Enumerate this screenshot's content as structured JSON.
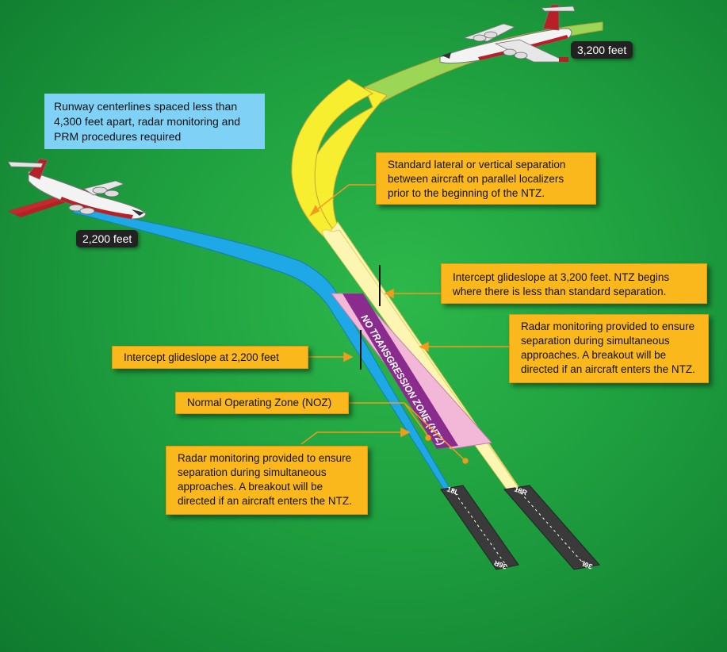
{
  "note": "Runway centerlines spaced less than 4,300 feet apart, radar monitoring and PRM procedures required",
  "altitudes": {
    "left": "2,200 feet",
    "right": "3,200 feet"
  },
  "ntz_label": "NO TRANSGRESSION ZONE (NTZ)",
  "callouts": {
    "standard_separation": "Standard lateral or vertical separation between aircraft on parallel localizers prior to the beginning of the NTZ.",
    "intercept_3200": "Intercept glideslope at 3,200 feet.  NTZ begins where there is less than standard separation.",
    "radar_right": "Radar monitoring provided to ensure separation during simultaneous approaches.  A breakout will be directed if an aircraft enters the NTZ.",
    "intercept_2200": "Intercept glideslope at 2,200 feet",
    "noz": "Normal Operating Zone (NOZ)",
    "radar_left": "Radar monitoring provided to ensure separation during simultaneous approaches.  A breakout will be directed if an aircraft enters the NTZ."
  },
  "runways": {
    "left_far": "18L",
    "left_near": "36R",
    "right_far": "18R",
    "right_near": "36L"
  },
  "colors": {
    "background": "#1fa040",
    "callout_fill": "#fbb81c",
    "leader_line": "#f29a1a",
    "left_path": "#1fa8e6",
    "right_path": "#f7e93a",
    "ntz_stripe": "#8a2c8e",
    "noz_fill": "#f3b7d8",
    "note_fill": "#7fd1f5"
  }
}
